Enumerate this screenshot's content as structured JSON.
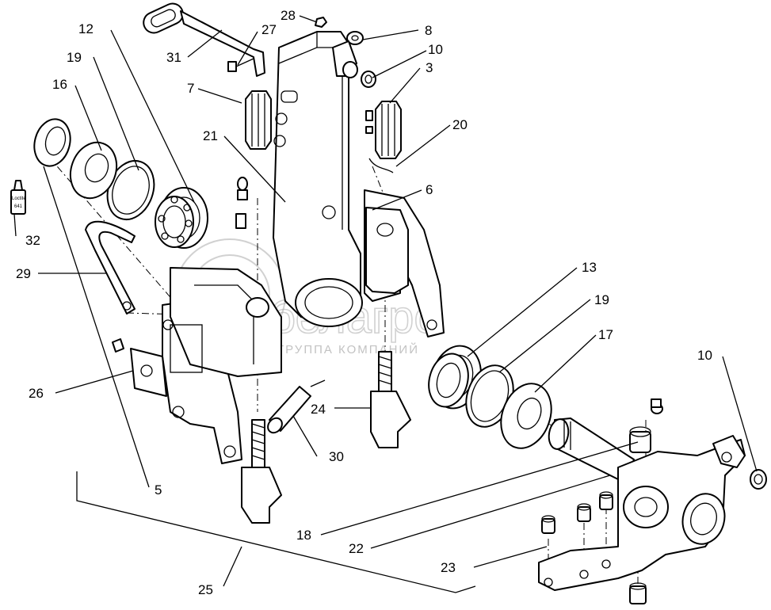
{
  "diagram": {
    "callouts": [
      {
        "id": "c28",
        "label": "28"
      },
      {
        "id": "c27",
        "label": "27"
      },
      {
        "id": "c12",
        "label": "12"
      },
      {
        "id": "c19a",
        "label": "19"
      },
      {
        "id": "c16",
        "label": "16"
      },
      {
        "id": "c31",
        "label": "31"
      },
      {
        "id": "c8",
        "label": "8"
      },
      {
        "id": "c10a",
        "label": "10"
      },
      {
        "id": "c3",
        "label": "3"
      },
      {
        "id": "c7",
        "label": "7"
      },
      {
        "id": "c20",
        "label": "20"
      },
      {
        "id": "c21",
        "label": "21"
      },
      {
        "id": "c6",
        "label": "6"
      },
      {
        "id": "c32",
        "label": "32"
      },
      {
        "id": "c29",
        "label": "29"
      },
      {
        "id": "c13",
        "label": "13"
      },
      {
        "id": "c19b",
        "label": "19"
      },
      {
        "id": "c17",
        "label": "17"
      },
      {
        "id": "c10b",
        "label": "10"
      },
      {
        "id": "c26",
        "label": "26"
      },
      {
        "id": "c24",
        "label": "24"
      },
      {
        "id": "c30",
        "label": "30"
      },
      {
        "id": "c5",
        "label": "5"
      },
      {
        "id": "c18",
        "label": "18"
      },
      {
        "id": "c22",
        "label": "22"
      },
      {
        "id": "c23",
        "label": "23"
      },
      {
        "id": "c25",
        "label": "25"
      }
    ],
    "watermark": {
      "brand": "белагро",
      "tagline": "ГРУППА КОМПАНИЙ"
    },
    "loctite_label": {
      "line1": "Loctite",
      "line2": "641"
    }
  }
}
